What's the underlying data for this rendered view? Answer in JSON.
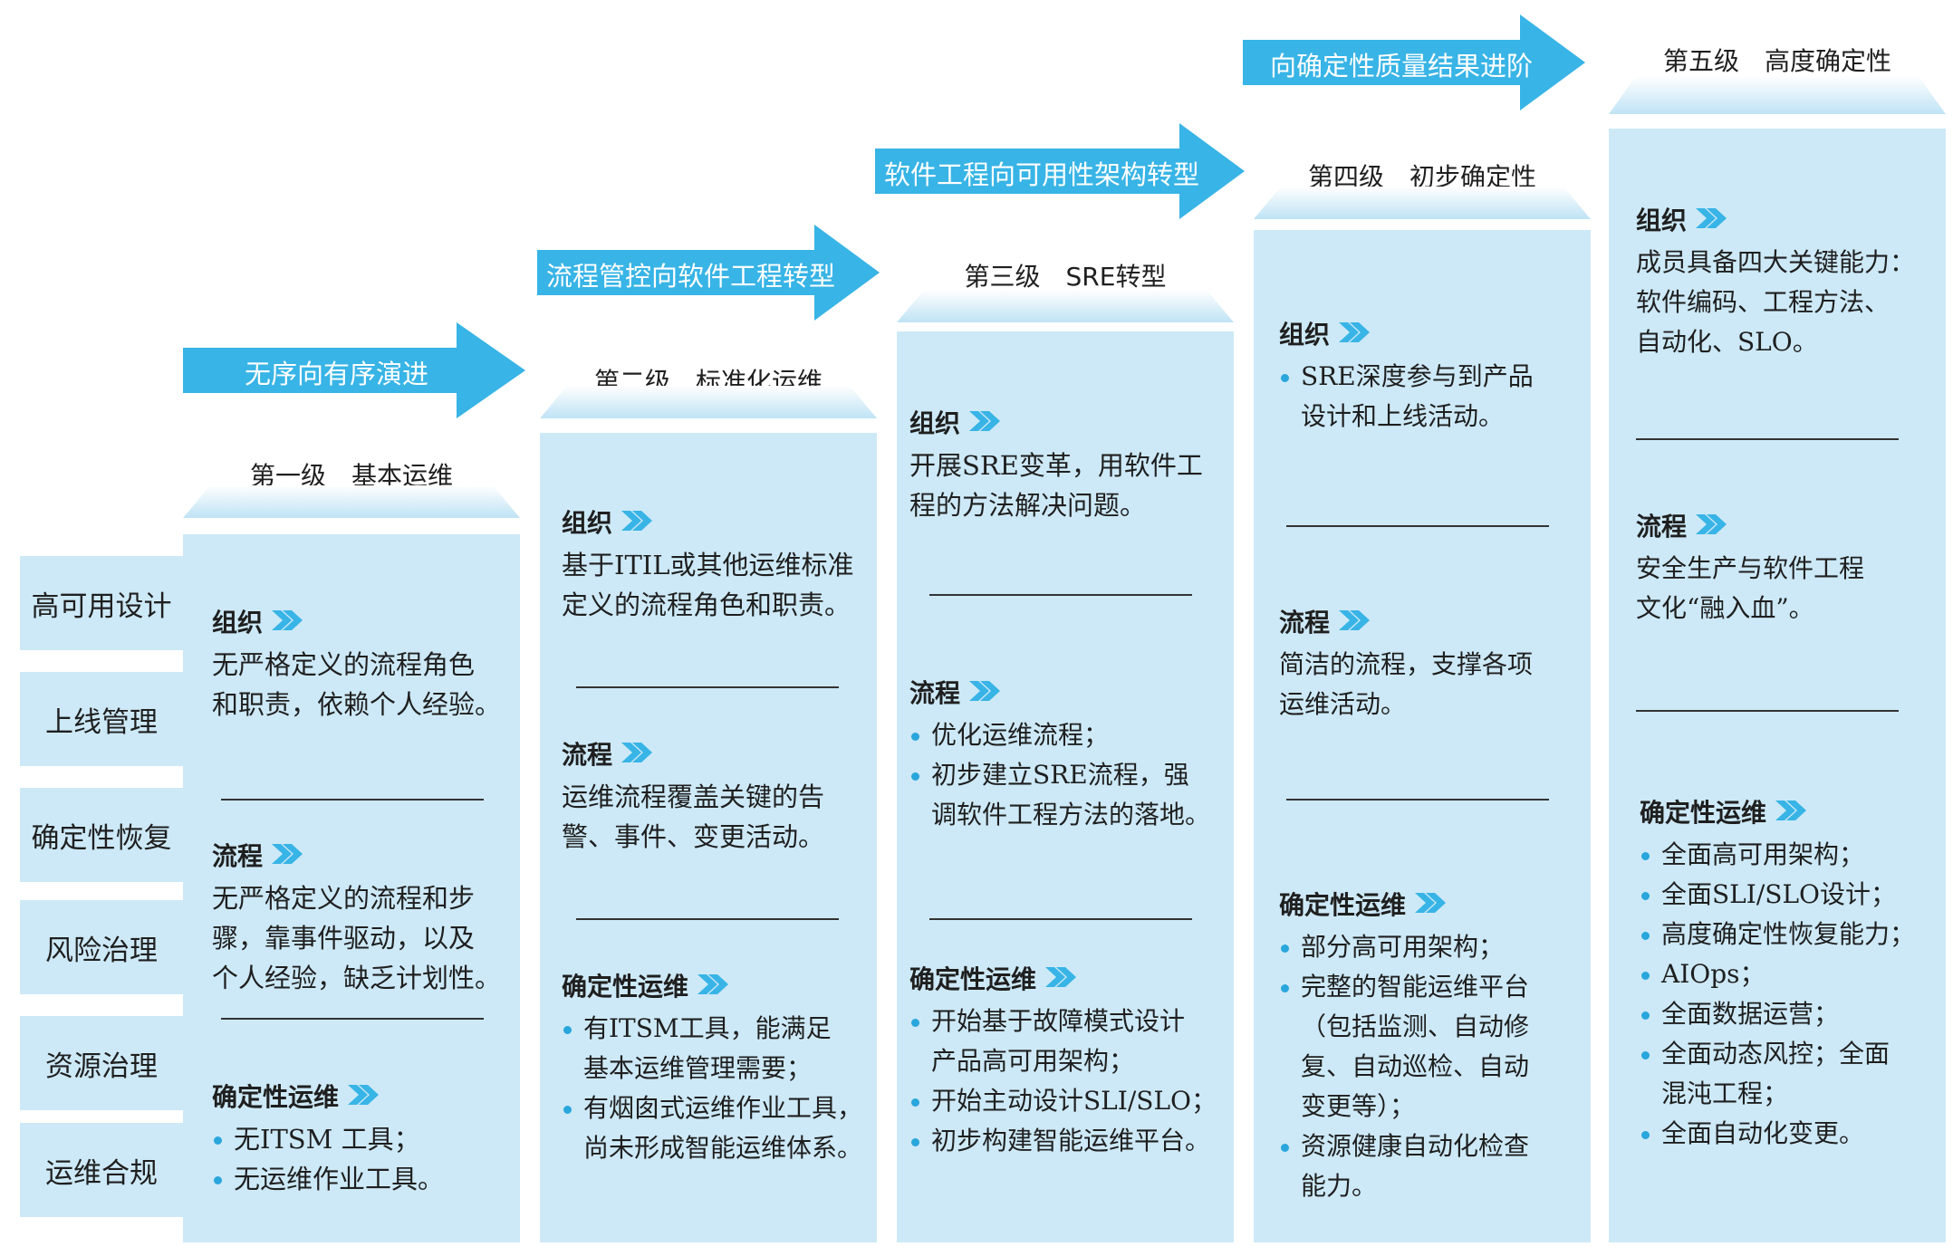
{
  "dimensions": [
    "高可用设计",
    "上线管理",
    "确定性恢复",
    "风险治理",
    "资源治理",
    "运维合规"
  ],
  "arrows": [
    "无序向有序演进",
    "流程管控向软件工程转型",
    "软件工程向可用性架构转型",
    "向确定性质量结果进阶"
  ],
  "levels": [
    {
      "title": "第一级　基本运维",
      "sections": [
        {
          "head": "组织",
          "text": [
            "无严格定义的流程角色",
            "和职责，依赖个人经验。"
          ]
        },
        {
          "head": "流程",
          "text": [
            "无严格定义的流程和步",
            "骤，靠事件驱动，以及",
            "个人经验，缺乏计划性。"
          ]
        },
        {
          "head": "确定性运维",
          "list": [
            [
              "无ITSM 工具；"
            ],
            [
              "无运维作业工具。"
            ]
          ]
        }
      ]
    },
    {
      "title": "第二级　标准化运维",
      "sections": [
        {
          "head": "组织",
          "text": [
            "基于ITIL或其他运维标准",
            "定义的流程角色和职责。"
          ]
        },
        {
          "head": "流程",
          "text": [
            "运维流程覆盖关键的告",
            "警、事件、变更活动。"
          ]
        },
        {
          "head": "确定性运维",
          "list": [
            [
              "有ITSM工具，能满足",
              "基本运维管理需要；"
            ],
            [
              "有烟囱式运维作业工具，",
              "尚未形成智能运维体系。"
            ]
          ]
        }
      ]
    },
    {
      "title": "第三级　SRE转型",
      "sections": [
        {
          "head": "组织",
          "text": [
            "开展SRE变革，用软件工",
            "程的方法解决问题。"
          ]
        },
        {
          "head": "流程",
          "list": [
            [
              "优化运维流程；"
            ],
            [
              "初步建立SRE流程，强",
              "调软件工程方法的落地。"
            ]
          ]
        },
        {
          "head": "确定性运维",
          "list": [
            [
              "开始基于故障模式设计",
              "产品高可用架构；"
            ],
            [
              "开始主动设计SLI/SLO；"
            ],
            [
              "初步构建智能运维平台。"
            ]
          ]
        }
      ]
    },
    {
      "title": "第四级　初步确定性",
      "sections": [
        {
          "head": "组织",
          "list": [
            [
              "SRE深度参与到产品",
              "设计和上线活动。"
            ]
          ]
        },
        {
          "head": "流程",
          "text": [
            "简洁的流程，支撑各项",
            "运维活动。"
          ]
        },
        {
          "head": "确定性运维",
          "list": [
            [
              "部分高可用架构；"
            ],
            [
              "完整的智能运维平台",
              "（包括监测、自动修",
              "复、自动巡检、自动",
              "变更等）；"
            ],
            [
              "资源健康自动化检查",
              "能力。"
            ]
          ]
        }
      ]
    },
    {
      "title": "第五级　高度确定性",
      "sections": [
        {
          "head": "组织",
          "text": [
            "成员具备四大关键能力：",
            "软件编码、工程方法、",
            "自动化、SLO。"
          ]
        },
        {
          "head": "流程",
          "text": [
            "安全生产与软件工程",
            "文化“融入血”。"
          ]
        },
        {
          "head": "确定性运维",
          "list": [
            [
              "全面高可用架构；"
            ],
            [
              "全面SLI/SLO设计；"
            ],
            [
              "高度确定性恢复能力；"
            ],
            [
              "AIOps；"
            ],
            [
              "全面数据运营；"
            ],
            [
              "全面动态风控；全面",
              "混沌工程；"
            ],
            [
              "全面自动化变更。"
            ]
          ]
        }
      ]
    }
  ],
  "colors": {
    "panel": "#cde9f7",
    "arrow": "#38b4e6",
    "bullet": "#29a6dc",
    "chevron": "#38b4e6"
  }
}
